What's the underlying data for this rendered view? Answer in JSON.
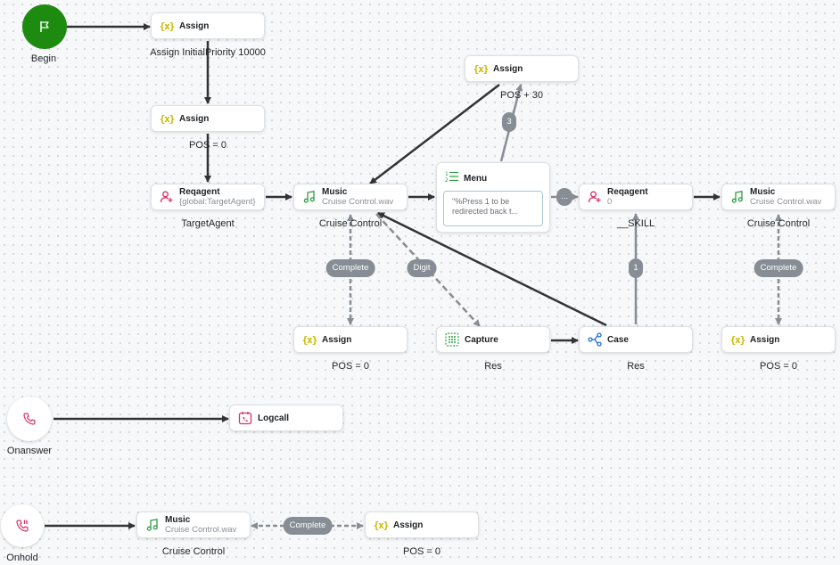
{
  "colors": {
    "begin": "#1d8a10",
    "variable": "#c9b800",
    "agent": "#d6336c",
    "music": "#2f9e44",
    "menu": "#2f9e44",
    "capture": "#2f9e44",
    "case": "#1c6fd1",
    "phone": "#d6336c",
    "edge": "#333333",
    "edge_alt": "#878d94"
  },
  "starts": {
    "begin": {
      "label": "Begin",
      "icon": "flag-icon"
    },
    "onanswer": {
      "label": "Onanswer",
      "icon": "phone-icon"
    },
    "onhold": {
      "label": "Onhold",
      "icon": "phone-hold-icon"
    }
  },
  "nodes": {
    "assign1": {
      "title": "Assign",
      "label": "Assign InitialPriority 10000",
      "icon": "variable-icon"
    },
    "assign2": {
      "title": "Assign",
      "label": "POS = 0",
      "icon": "variable-icon"
    },
    "reqagent1": {
      "title": "Reqagent",
      "sub": "{global:TargetAgent}",
      "label": "TargetAgent",
      "icon": "add-agent-icon"
    },
    "music1": {
      "title": "Music",
      "sub": "Cruise Control.wav",
      "label": "Cruise Control",
      "icon": "music-icon"
    },
    "menu": {
      "title": "Menu",
      "prompt": "\"%Press 1 to be redirected back t...",
      "icon": "menu-list-icon"
    },
    "assign_top": {
      "title": "Assign",
      "label": "POS + 30",
      "icon": "variable-icon"
    },
    "reqagent2": {
      "title": "Reqagent",
      "sub": "0",
      "label": "__SKILL",
      "icon": "add-agent-icon"
    },
    "music2": {
      "title": "Music",
      "sub": "Cruise Control.wav",
      "label": "Cruise Control",
      "icon": "music-icon"
    },
    "assign3": {
      "title": "Assign",
      "label": "POS = 0",
      "icon": "variable-icon"
    },
    "capture": {
      "title": "Capture",
      "label": "Res",
      "icon": "keypad-icon"
    },
    "case": {
      "title": "Case",
      "label": "Res",
      "icon": "branch-icon"
    },
    "assign4": {
      "title": "Assign",
      "label": "POS = 0",
      "icon": "variable-icon"
    },
    "logcall": {
      "title": "Logcall",
      "icon": "log-call-icon"
    },
    "music3": {
      "title": "Music",
      "sub": "Cruise Control.wav",
      "label": "Cruise Control",
      "icon": "music-icon"
    },
    "assign5": {
      "title": "Assign",
      "label": "POS = 0",
      "icon": "variable-icon"
    }
  },
  "edge_labels": {
    "complete1": "Complete",
    "digit": "Digit",
    "three": "3",
    "more": "...",
    "one": "1",
    "complete2": "Complete",
    "complete3": "Complete"
  }
}
